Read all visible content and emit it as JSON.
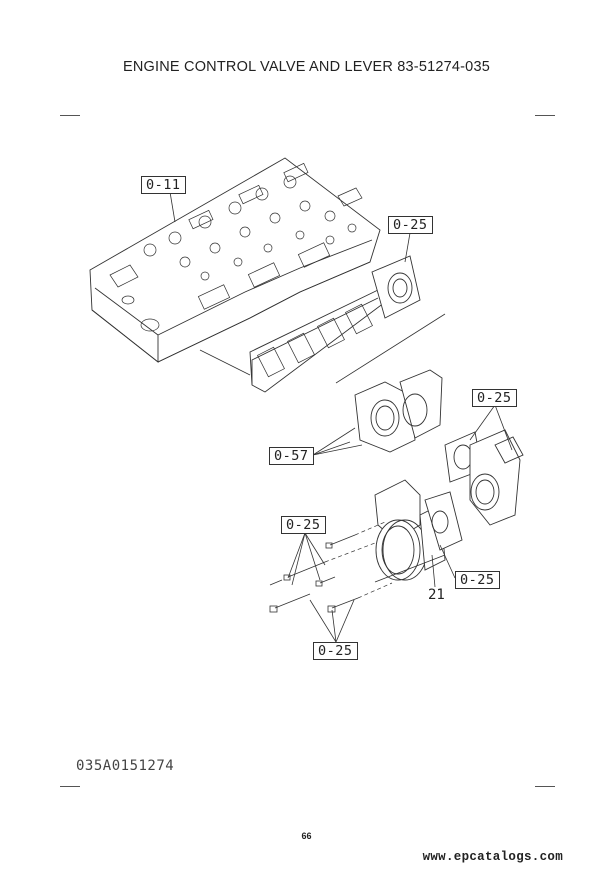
{
  "header": {
    "title": "ENGINE CONTROL VALVE AND LEVER  83-51274-035"
  },
  "callouts": {
    "c011": "0-11",
    "c025_top": "0-25",
    "c057": "0-57",
    "c025_right": "0-25",
    "c025_left": "0-25",
    "c025_lower_right": "0-25",
    "c025_bottom": "0-25"
  },
  "part_number": "21",
  "footer": {
    "code": "035A0151274",
    "page": "66",
    "website": "www.epcatalogs.com"
  }
}
